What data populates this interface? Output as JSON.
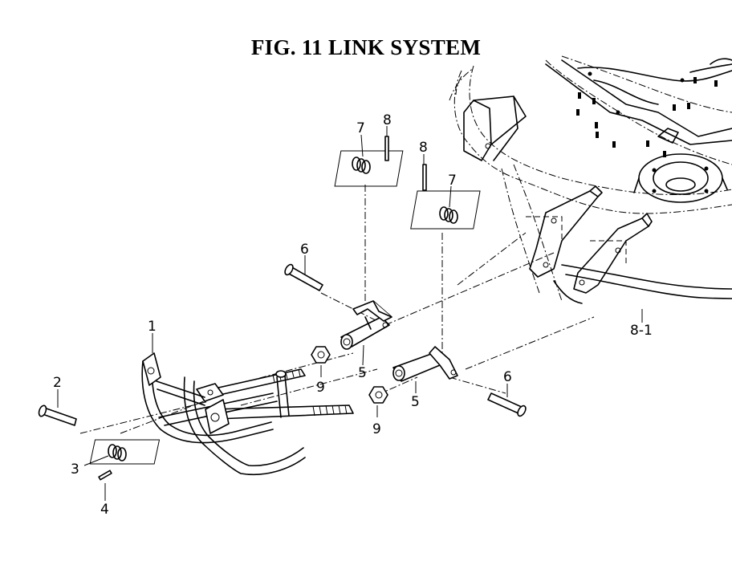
{
  "figure": {
    "title": "FIG. 11  LINK SYSTEM"
  },
  "callouts": {
    "c1": "1",
    "c2": "2",
    "c3": "3",
    "c4": "4",
    "c5a": "5",
    "c5b": "5",
    "c6a": "6",
    "c6b": "6",
    "c7a": "7",
    "c7b": "7",
    "c8a": "8",
    "c8b": "8",
    "c81": "8-1",
    "c9a": "9",
    "c9b": "9"
  }
}
